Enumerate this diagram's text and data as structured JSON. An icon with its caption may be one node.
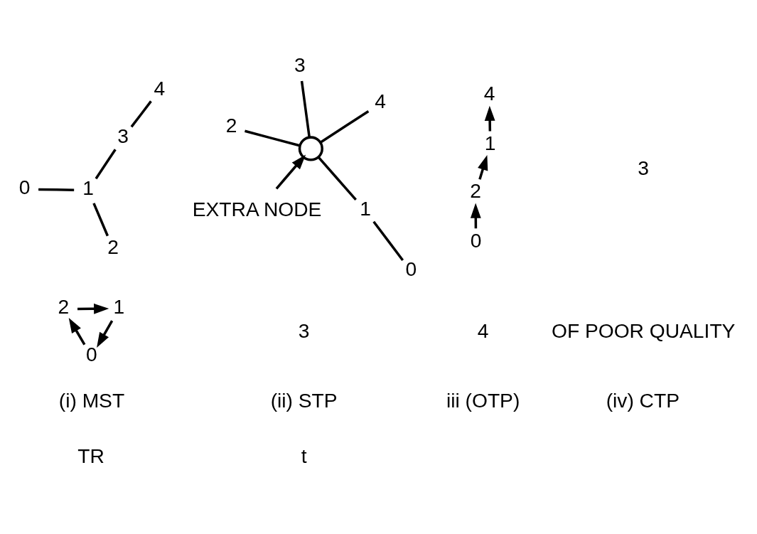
{
  "diagram": {
    "nodes": [
      {
        "text": [
          "0"
        ]
      },
      {
        "text": [
          "1"
        ]
      },
      {
        "text": [
          "2"
        ]
      },
      {
        "text": [
          "3"
        ]
      },
      {
        "text": [
          "4"
        ]
      },
      {
        "text": [
          "2"
        ]
      },
      {
        "text": [
          "1"
        ]
      },
      {
        "text": [
          "0"
        ]
      },
      {
        "text": [
          "3"
        ]
      },
      {
        "text": [
          "4"
        ]
      },
      {
        "text": [],
        "shape": "circle"
      },
      {
        "text": [
          "EXTRA NODE"
        ]
      },
      {
        "text": [
          "2"
        ]
      },
      {
        "text": [
          "1"
        ]
      },
      {
        "text": [
          "0"
        ]
      },
      {
        "text": [
          "3"
        ]
      },
      {
        "text": [
          "4"
        ]
      },
      {
        "text": [
          "2"
        ]
      },
      {
        "text": [
          "1"
        ]
      },
      {
        "text": [
          "0"
        ]
      },
      {
        "text": [
          "3"
        ]
      },
      {
        "text": [
          "4"
        ]
      }
    ],
    "edges": [
      {
        "from": 0,
        "to": 1,
        "arrow": "none"
      },
      {
        "from": 1,
        "to": 2,
        "arrow": "none"
      },
      {
        "from": 1,
        "to": 3,
        "arrow": "none"
      },
      {
        "from": 3,
        "to": 4,
        "arrow": "none"
      },
      {
        "from": 7,
        "to": 6,
        "arrow": "none"
      },
      {
        "from": 6,
        "to": 10,
        "arrow": "none"
      },
      {
        "from": 5,
        "to": 10,
        "arrow": "none"
      },
      {
        "from": 10,
        "to": 8,
        "arrow": "none"
      },
      {
        "from": 10,
        "to": 9,
        "arrow": "none"
      },
      {
        "from": 11,
        "to": 10,
        "arrow": "to"
      },
      {
        "from": 14,
        "to": 12,
        "arrow": "to"
      },
      {
        "from": 12,
        "to": 13,
        "arrow": "to"
      },
      {
        "from": 13,
        "to": 16,
        "arrow": "to"
      },
      {
        "from": 19,
        "to": 17,
        "arrow": "to"
      },
      {
        "from": 17,
        "to": 18,
        "arrow": "to"
      },
      {
        "from": 18,
        "to": 19,
        "arrow": "to"
      }
    ],
    "labels": [
      "OF POOR QUALITY",
      "(i) MST",
      "(ii) STP",
      "iii (OTP)",
      "(iv) CTP",
      "TR",
      "t"
    ]
  }
}
